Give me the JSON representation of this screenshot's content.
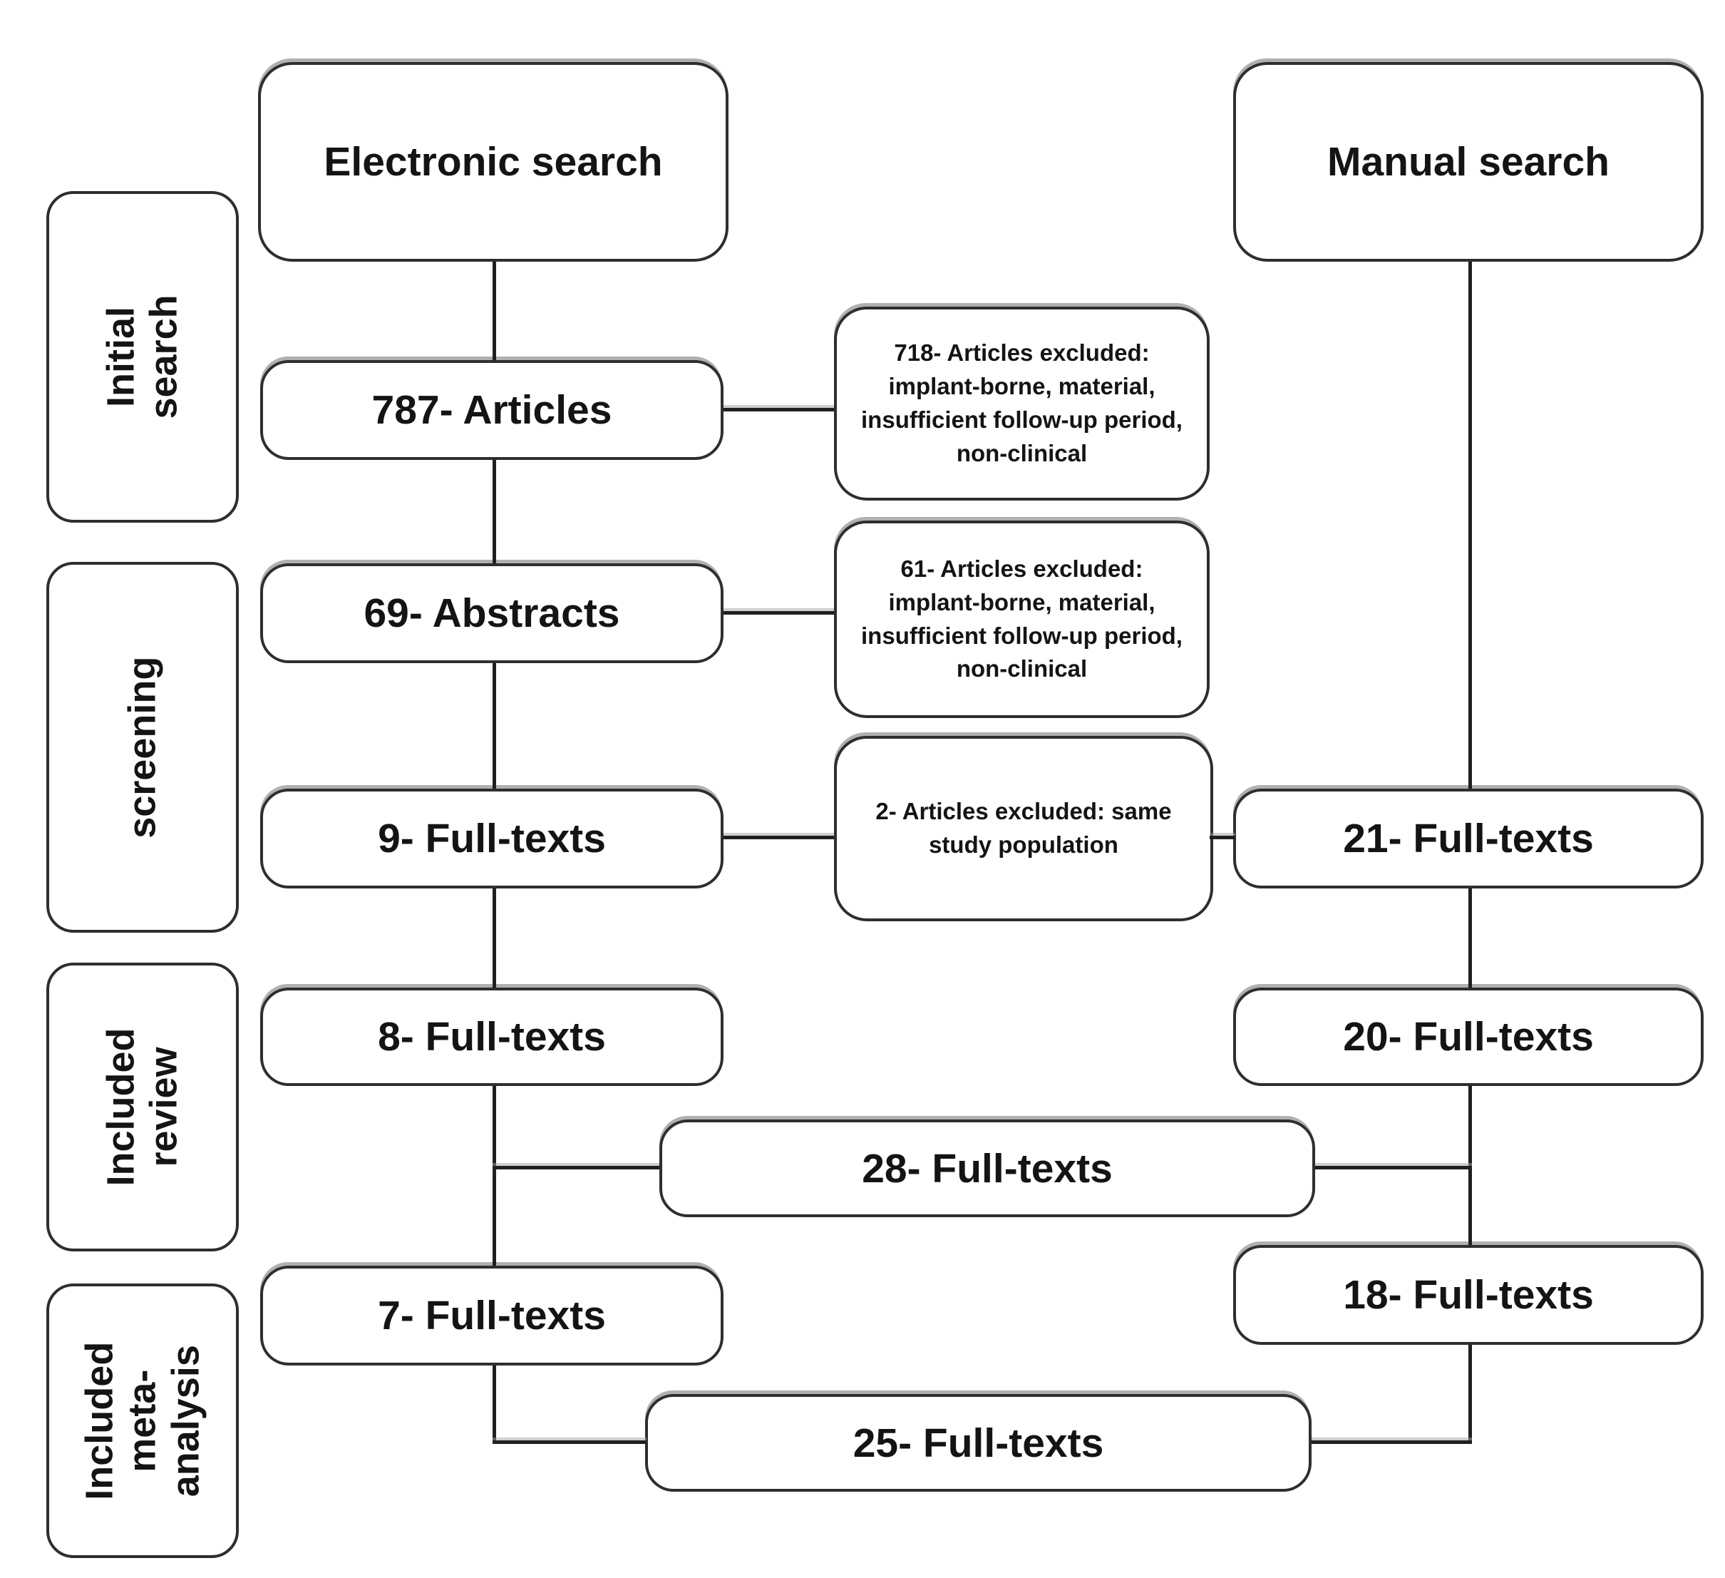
{
  "colors": {
    "background": "#ffffff",
    "box_fill": "#ffffff",
    "box_border": "#2e2e2e",
    "text": "#141414",
    "line": "#202020"
  },
  "stages": [
    "Initial search",
    "screening",
    "Included\nreview",
    "Included\nmeta-\nanalysis"
  ],
  "electronic": {
    "header": "Electronic search",
    "steps": [
      "787- Articles",
      "69- Abstracts",
      "9- Full-texts",
      "8- Full-texts",
      "7- Full-texts"
    ]
  },
  "manual": {
    "header": "Manual search",
    "steps": [
      "21- Full-texts",
      "20- Full-texts",
      "18- Full-texts"
    ]
  },
  "combined": {
    "review": "28- Full-texts",
    "meta": "25- Full-texts"
  },
  "exclusions": [
    "718- Articles excluded:\nimplant-borne, material,\ninsufficient follow-up period,\nnon-clinical",
    "61- Articles excluded:\nimplant-borne, material,\ninsufficient follow-up period,\nnon-clinical",
    "2- Articles excluded: same\nstudy population"
  ]
}
